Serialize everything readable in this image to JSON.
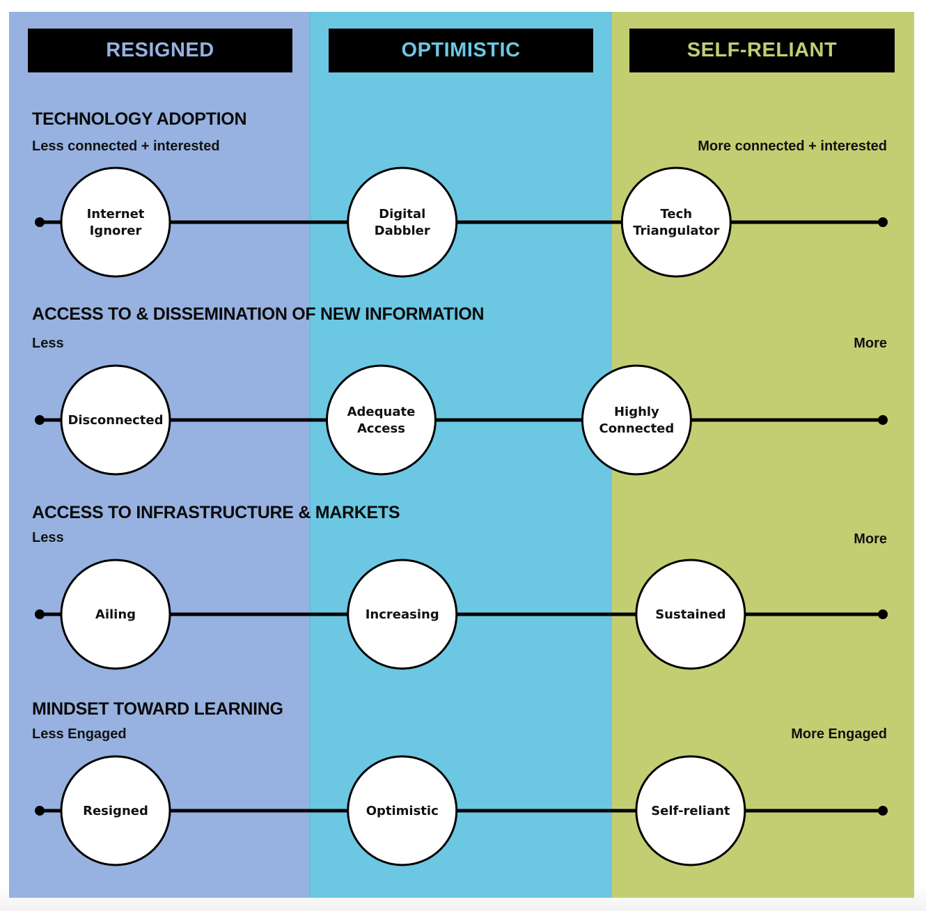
{
  "columns": [
    {
      "label": "RESIGNED",
      "background": "#97B2E0",
      "header_text_color": "#97B2E0"
    },
    {
      "label": "OPTIMISTIC",
      "background": "#6CC7E3",
      "header_text_color": "#6CC7E3"
    },
    {
      "label": "SELF-RELIANT",
      "background": "#C3CE72",
      "header_text_color": "#C3CE72"
    }
  ],
  "rows": [
    {
      "title": "TECHNOLOGY ADOPTION",
      "left_label": "Less connected + interested",
      "right_label": "More connected + interested",
      "nodes": [
        {
          "lines": [
            "Internet",
            "Ignorer"
          ],
          "position": 0.09
        },
        {
          "lines": [
            "Digital",
            "Dabbler"
          ],
          "position": 0.43
        },
        {
          "lines": [
            "Tech",
            "Triangulator"
          ],
          "position": 0.755
        }
      ]
    },
    {
      "title": "ACCESS TO & DISSEMINATION OF NEW INFORMATION",
      "left_label": "Less",
      "right_label": "More",
      "nodes": [
        {
          "lines": [
            "Disconnected"
          ],
          "position": 0.09
        },
        {
          "lines": [
            "Adequate",
            "Access"
          ],
          "position": 0.405
        },
        {
          "lines": [
            "Highly",
            "Connected"
          ],
          "position": 0.708
        }
      ]
    },
    {
      "title": "ACCESS TO INFRASTRUCTURE & MARKETS",
      "left_label": "Less",
      "right_label": "More",
      "nodes": [
        {
          "lines": [
            "Ailing"
          ],
          "position": 0.09
        },
        {
          "lines": [
            "Increasing"
          ],
          "position": 0.43
        },
        {
          "lines": [
            "Sustained"
          ],
          "position": 0.772
        }
      ]
    },
    {
      "title": "MINDSET TOWARD LEARNING",
      "left_label": "Less Engaged",
      "right_label": "More Engaged",
      "nodes": [
        {
          "lines": [
            "Resigned"
          ],
          "position": 0.09
        },
        {
          "lines": [
            "Optimistic"
          ],
          "position": 0.43
        },
        {
          "lines": [
            "Self-reliant"
          ],
          "position": 0.772
        }
      ]
    }
  ]
}
